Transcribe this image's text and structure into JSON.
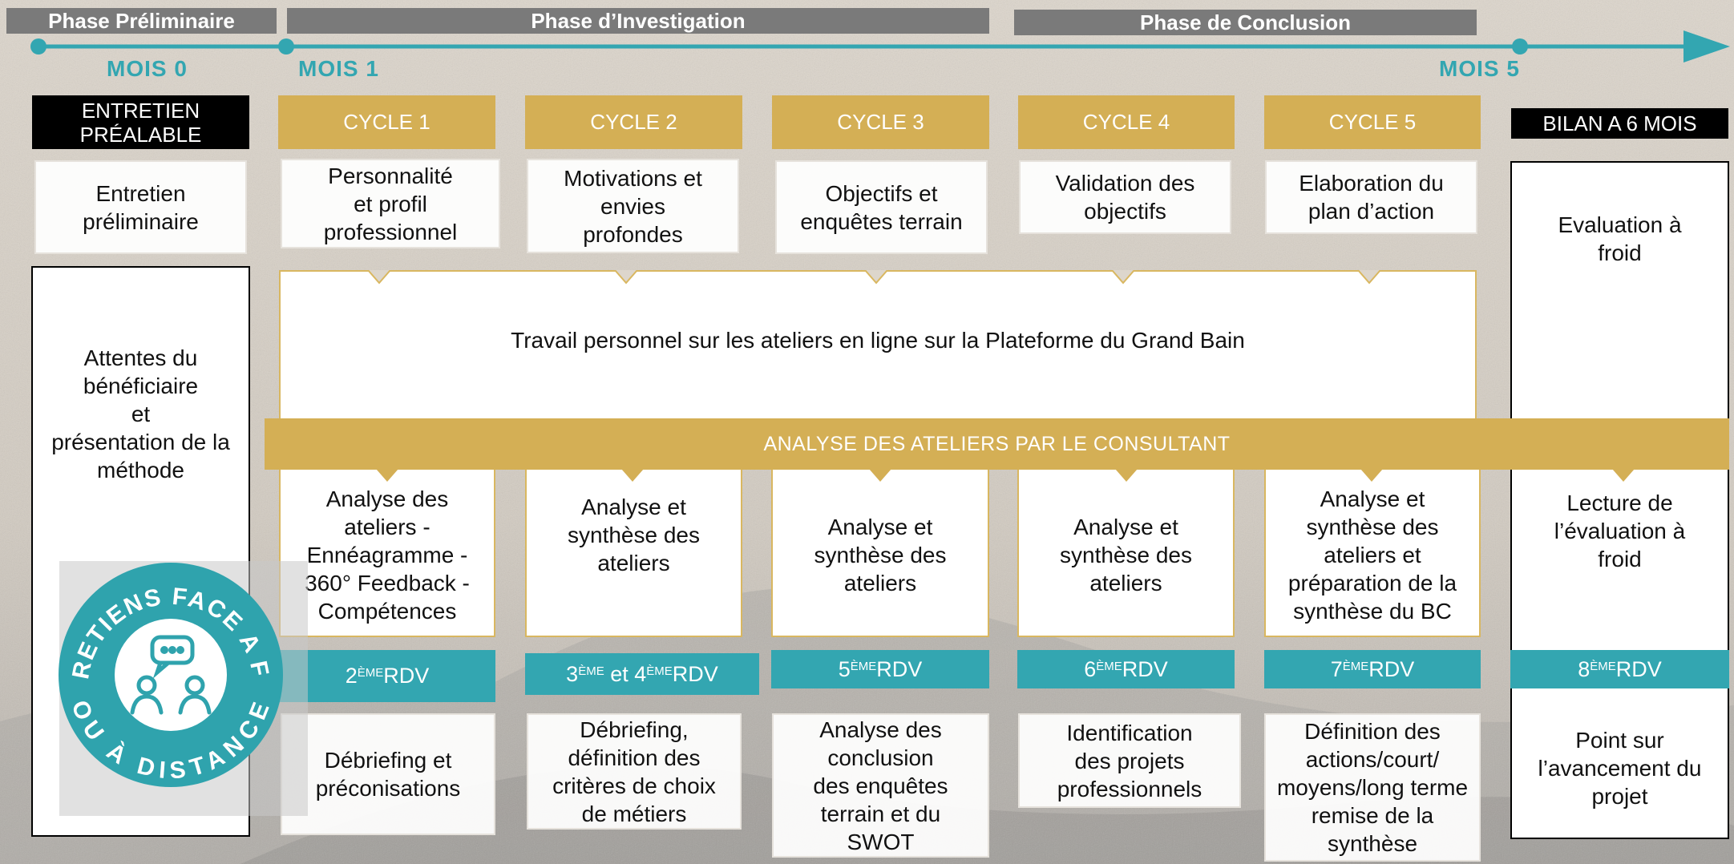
{
  "phases": [
    {
      "label": "Phase Préliminaire"
    },
    {
      "label": "Phase d’Investigation"
    },
    {
      "label": "Phase de Conclusion"
    }
  ],
  "months": [
    {
      "label": "MOIS 0"
    },
    {
      "label": "MOIS 1"
    },
    {
      "label": "MOIS 5"
    }
  ],
  "headers": [
    {
      "label": "ENTRETIEN\nPRÉALABLE"
    },
    {
      "label": "CYCLE 1"
    },
    {
      "label": "CYCLE 2"
    },
    {
      "label": "CYCLE 3"
    },
    {
      "label": "CYCLE 4"
    },
    {
      "label": "CYCLE 5"
    },
    {
      "label": "BILAN A 6 MOIS"
    }
  ],
  "topics": [
    {
      "text": "Entretien\npréliminaire"
    },
    {
      "text": "Personnalité\net profil\nprofessionnel"
    },
    {
      "text": "Motivations et\nenvies\nprofondes"
    },
    {
      "text": "Objectifs et\nenquêtes terrain"
    },
    {
      "text": "Validation des\nobjectifs"
    },
    {
      "text": "Elaboration du\nplan d’action"
    },
    {
      "text": "Evaluation à\nfroid"
    }
  ],
  "left_box": {
    "text": "Attentes du\nbénéficiaire\net\nprésentation de la\nméthode"
  },
  "platform_text": "Travail personnel sur les ateliers en ligne sur la Plateforme du Grand Bain",
  "analysis_band": "ANALYSE DES ATELIERS PAR LE CONSULTANT",
  "analyses": [
    {
      "text": "Analyse des\nateliers -\nEnnéagramme -\n360° Feedback -\nCompétences"
    },
    {
      "text": "Analyse et\nsynthèse des\nateliers"
    },
    {
      "text": "Analyse et\nsynthèse des\nateliers"
    },
    {
      "text": "Analyse et\nsynthèse des\nateliers"
    },
    {
      "text": "Analyse et\nsynthèse des\nateliers et\npréparation de la\nsynthèse du BC"
    },
    {
      "text": "Lecture de\nl’évaluation à\nfroid"
    }
  ],
  "rdv": [
    {
      "num": "2",
      "num2": "",
      "sup": "ÈME",
      "sup2": "",
      "joiner": "",
      "suffix": " RDV"
    },
    {
      "num": "3",
      "num2": "4",
      "sup": "ÈME",
      "sup2": "ÈME",
      "joiner": " et ",
      "suffix": " RDV"
    },
    {
      "num": "5",
      "num2": "",
      "sup": "ÈME",
      "sup2": "",
      "joiner": "",
      "suffix": " RDV"
    },
    {
      "num": "6",
      "num2": "",
      "sup": "ÈME",
      "sup2": "",
      "joiner": "",
      "suffix": " RDV"
    },
    {
      "num": "7",
      "num2": "",
      "sup": "ÈME",
      "sup2": "",
      "joiner": "",
      "suffix": " RDV"
    },
    {
      "num": "8",
      "num2": "",
      "sup": "ÈME",
      "sup2": "",
      "joiner": "",
      "suffix": " RDV"
    }
  ],
  "results": [
    {
      "text": "Débriefing et\npréconisations"
    },
    {
      "text": "Débriefing,\ndéfinition des\ncritères de choix\nde  métiers"
    },
    {
      "text": "Analyse des\nconclusion\ndes enquêtes\nterrain et du\nSWOT"
    },
    {
      "text": "Identification\ndes projets\nprofessionnels"
    },
    {
      "text": "Définition des\nactions/court/\nmoyens/long  terme\nremise de la\nsynthèse"
    },
    {
      "text": "Point sur\nl’avancement du\nprojet"
    }
  ],
  "badge": {
    "top_text": "ENTRETIENS FACE A FACE",
    "bottom_text": "OU À DISTANCE",
    "icon": "people-chat-icon",
    "color": "#2fa3ad"
  },
  "colors": {
    "teal": "#33a6b1",
    "gold": "#d4af55",
    "gray": "#7a7a7a",
    "black": "#000000"
  }
}
